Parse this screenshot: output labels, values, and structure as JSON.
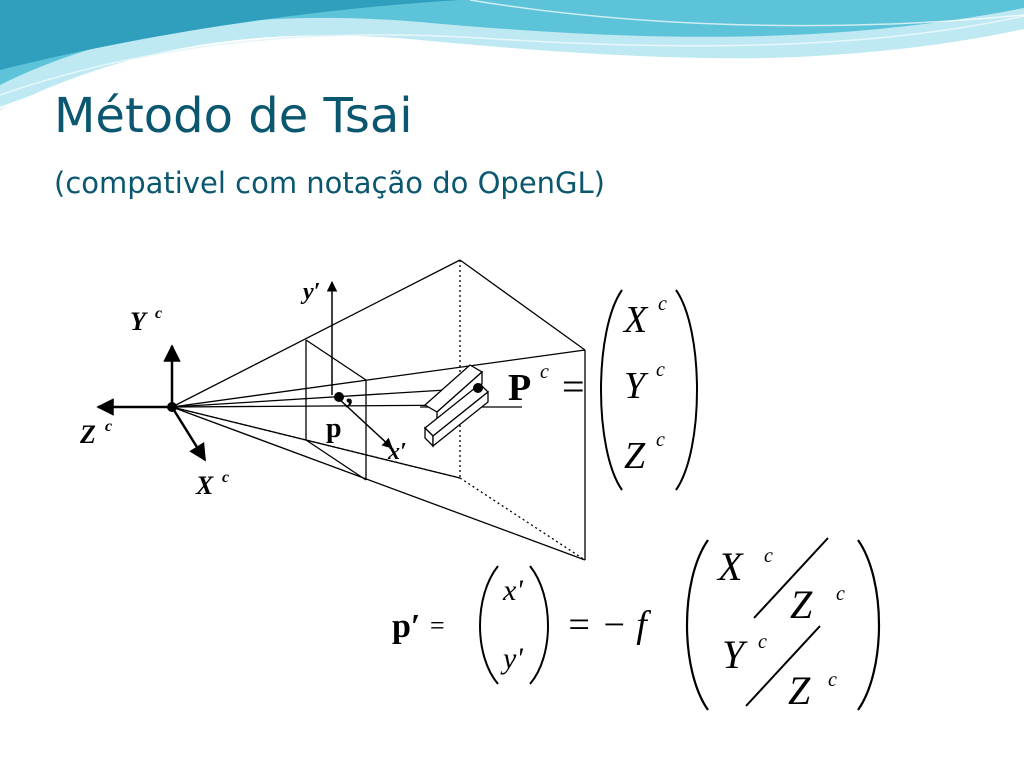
{
  "slide": {
    "title": "Método de Tsai",
    "subtitle": "(compativel com notação do OpenGL)"
  },
  "colors": {
    "title": "#0b5770",
    "wave_dark": "#3fb6cf",
    "wave_light": "#b9e7f0",
    "diagram_ink": "#000000"
  },
  "diagram": {
    "camera_axes": {
      "y_label": "Y",
      "y_sup": "c",
      "z_label": "Z",
      "z_sup": "c",
      "x_label": "X",
      "x_sup": "c"
    },
    "image_plane": {
      "y_label": "y′",
      "x_label": "x′",
      "p_label": "p",
      "p_prime": "’"
    }
  },
  "equations": {
    "Pc": {
      "lhs": "P",
      "lhs_sup": "c",
      "equals": "=",
      "rows": [
        {
          "var": "X",
          "sup": "c"
        },
        {
          "var": "Y",
          "sup": "c"
        },
        {
          "var": "Z",
          "sup": "c"
        }
      ]
    },
    "pprime": {
      "lhs": "p′",
      "equals": "=",
      "rows": [
        "x'",
        "y'"
      ],
      "middle": "= − f",
      "fractions": [
        {
          "num": "X",
          "num_sup": "c",
          "den": "Z",
          "den_sup": "c"
        },
        {
          "num": "Y",
          "num_sup": "c",
          "den": "Z",
          "den_sup": "c"
        }
      ]
    }
  }
}
